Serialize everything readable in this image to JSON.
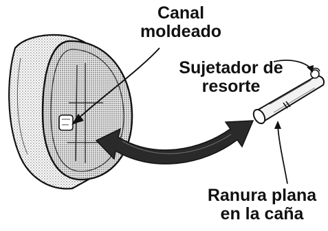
{
  "labels": {
    "canal": [
      "Canal",
      "moldeado"
    ],
    "sujetador": [
      "Sujetador de",
      "resorte"
    ],
    "ranura": [
      "Ranura plana",
      "en la caña"
    ]
  },
  "colors": {
    "ink": "#111111",
    "stipple_fill": "#d9d9d9",
    "arrow_fill": "#2a2a2a",
    "background": "#ffffff"
  },
  "icons": {
    "main_arrow": "double-headed-curved-arrow",
    "mouthpiece": "stippled-cup-shaped-mouthpiece",
    "rod": "cylindrical-cane-rod"
  }
}
